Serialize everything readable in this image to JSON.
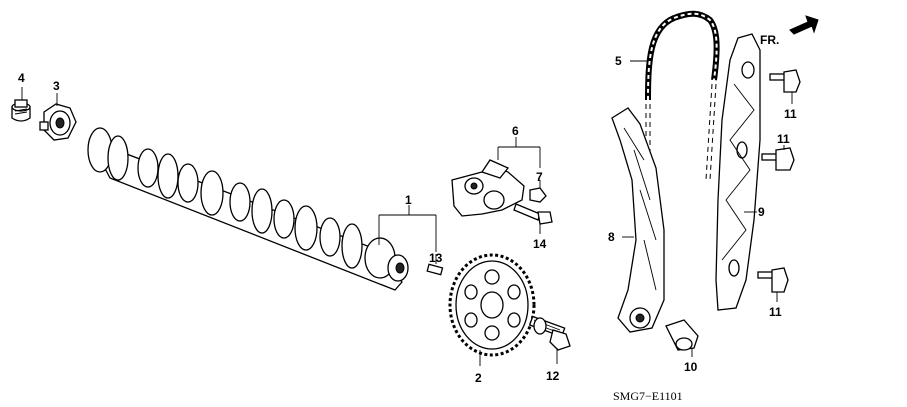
{
  "diagram": {
    "orientation_label": "FR.",
    "diagram_code": "SMG7−E1101",
    "callouts": [
      {
        "id": "c1",
        "label": "1"
      },
      {
        "id": "c2",
        "label": "2"
      },
      {
        "id": "c3",
        "label": "3"
      },
      {
        "id": "c4",
        "label": "4"
      },
      {
        "id": "c5",
        "label": "5"
      },
      {
        "id": "c6",
        "label": "6"
      },
      {
        "id": "c7",
        "label": "7"
      },
      {
        "id": "c8",
        "label": "8"
      },
      {
        "id": "c9",
        "label": "9"
      },
      {
        "id": "c10",
        "label": "10"
      },
      {
        "id": "c11a",
        "label": "11"
      },
      {
        "id": "c11b",
        "label": "11"
      },
      {
        "id": "c11c",
        "label": "11"
      },
      {
        "id": "c12",
        "label": "12"
      },
      {
        "id": "c13",
        "label": "13"
      },
      {
        "id": "c14",
        "label": "14"
      }
    ]
  }
}
